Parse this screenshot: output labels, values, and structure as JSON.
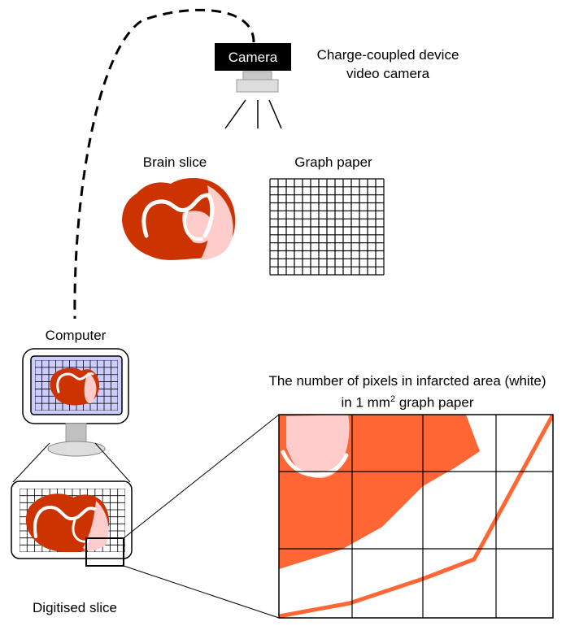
{
  "camera": {
    "box_label": "Camera",
    "caption_line1": "Charge-coupled device",
    "caption_line2": "video camera"
  },
  "brain_slice": {
    "label": "Brain slice"
  },
  "graph_paper": {
    "label": "Graph paper"
  },
  "computer": {
    "label": "Computer"
  },
  "digitised": {
    "label": "Digitised slice"
  },
  "zoom_caption": {
    "line1": "The number of pixels in infarcted area (white)",
    "line2_prefix": "in 1 mm",
    "line2_sup": "2",
    "line2_suffix": " graph paper"
  },
  "colors": {
    "tissue_dark": "#cc3300",
    "tissue_orange": "#ff6633",
    "infarct_pink": "#ffcccc",
    "monitor_screen": "#ccccff",
    "stand_gray": "#b3b3b3"
  },
  "icons": [
    "camera-icon",
    "monitor-icon",
    "brain-slice-icon",
    "grid-icon"
  ]
}
